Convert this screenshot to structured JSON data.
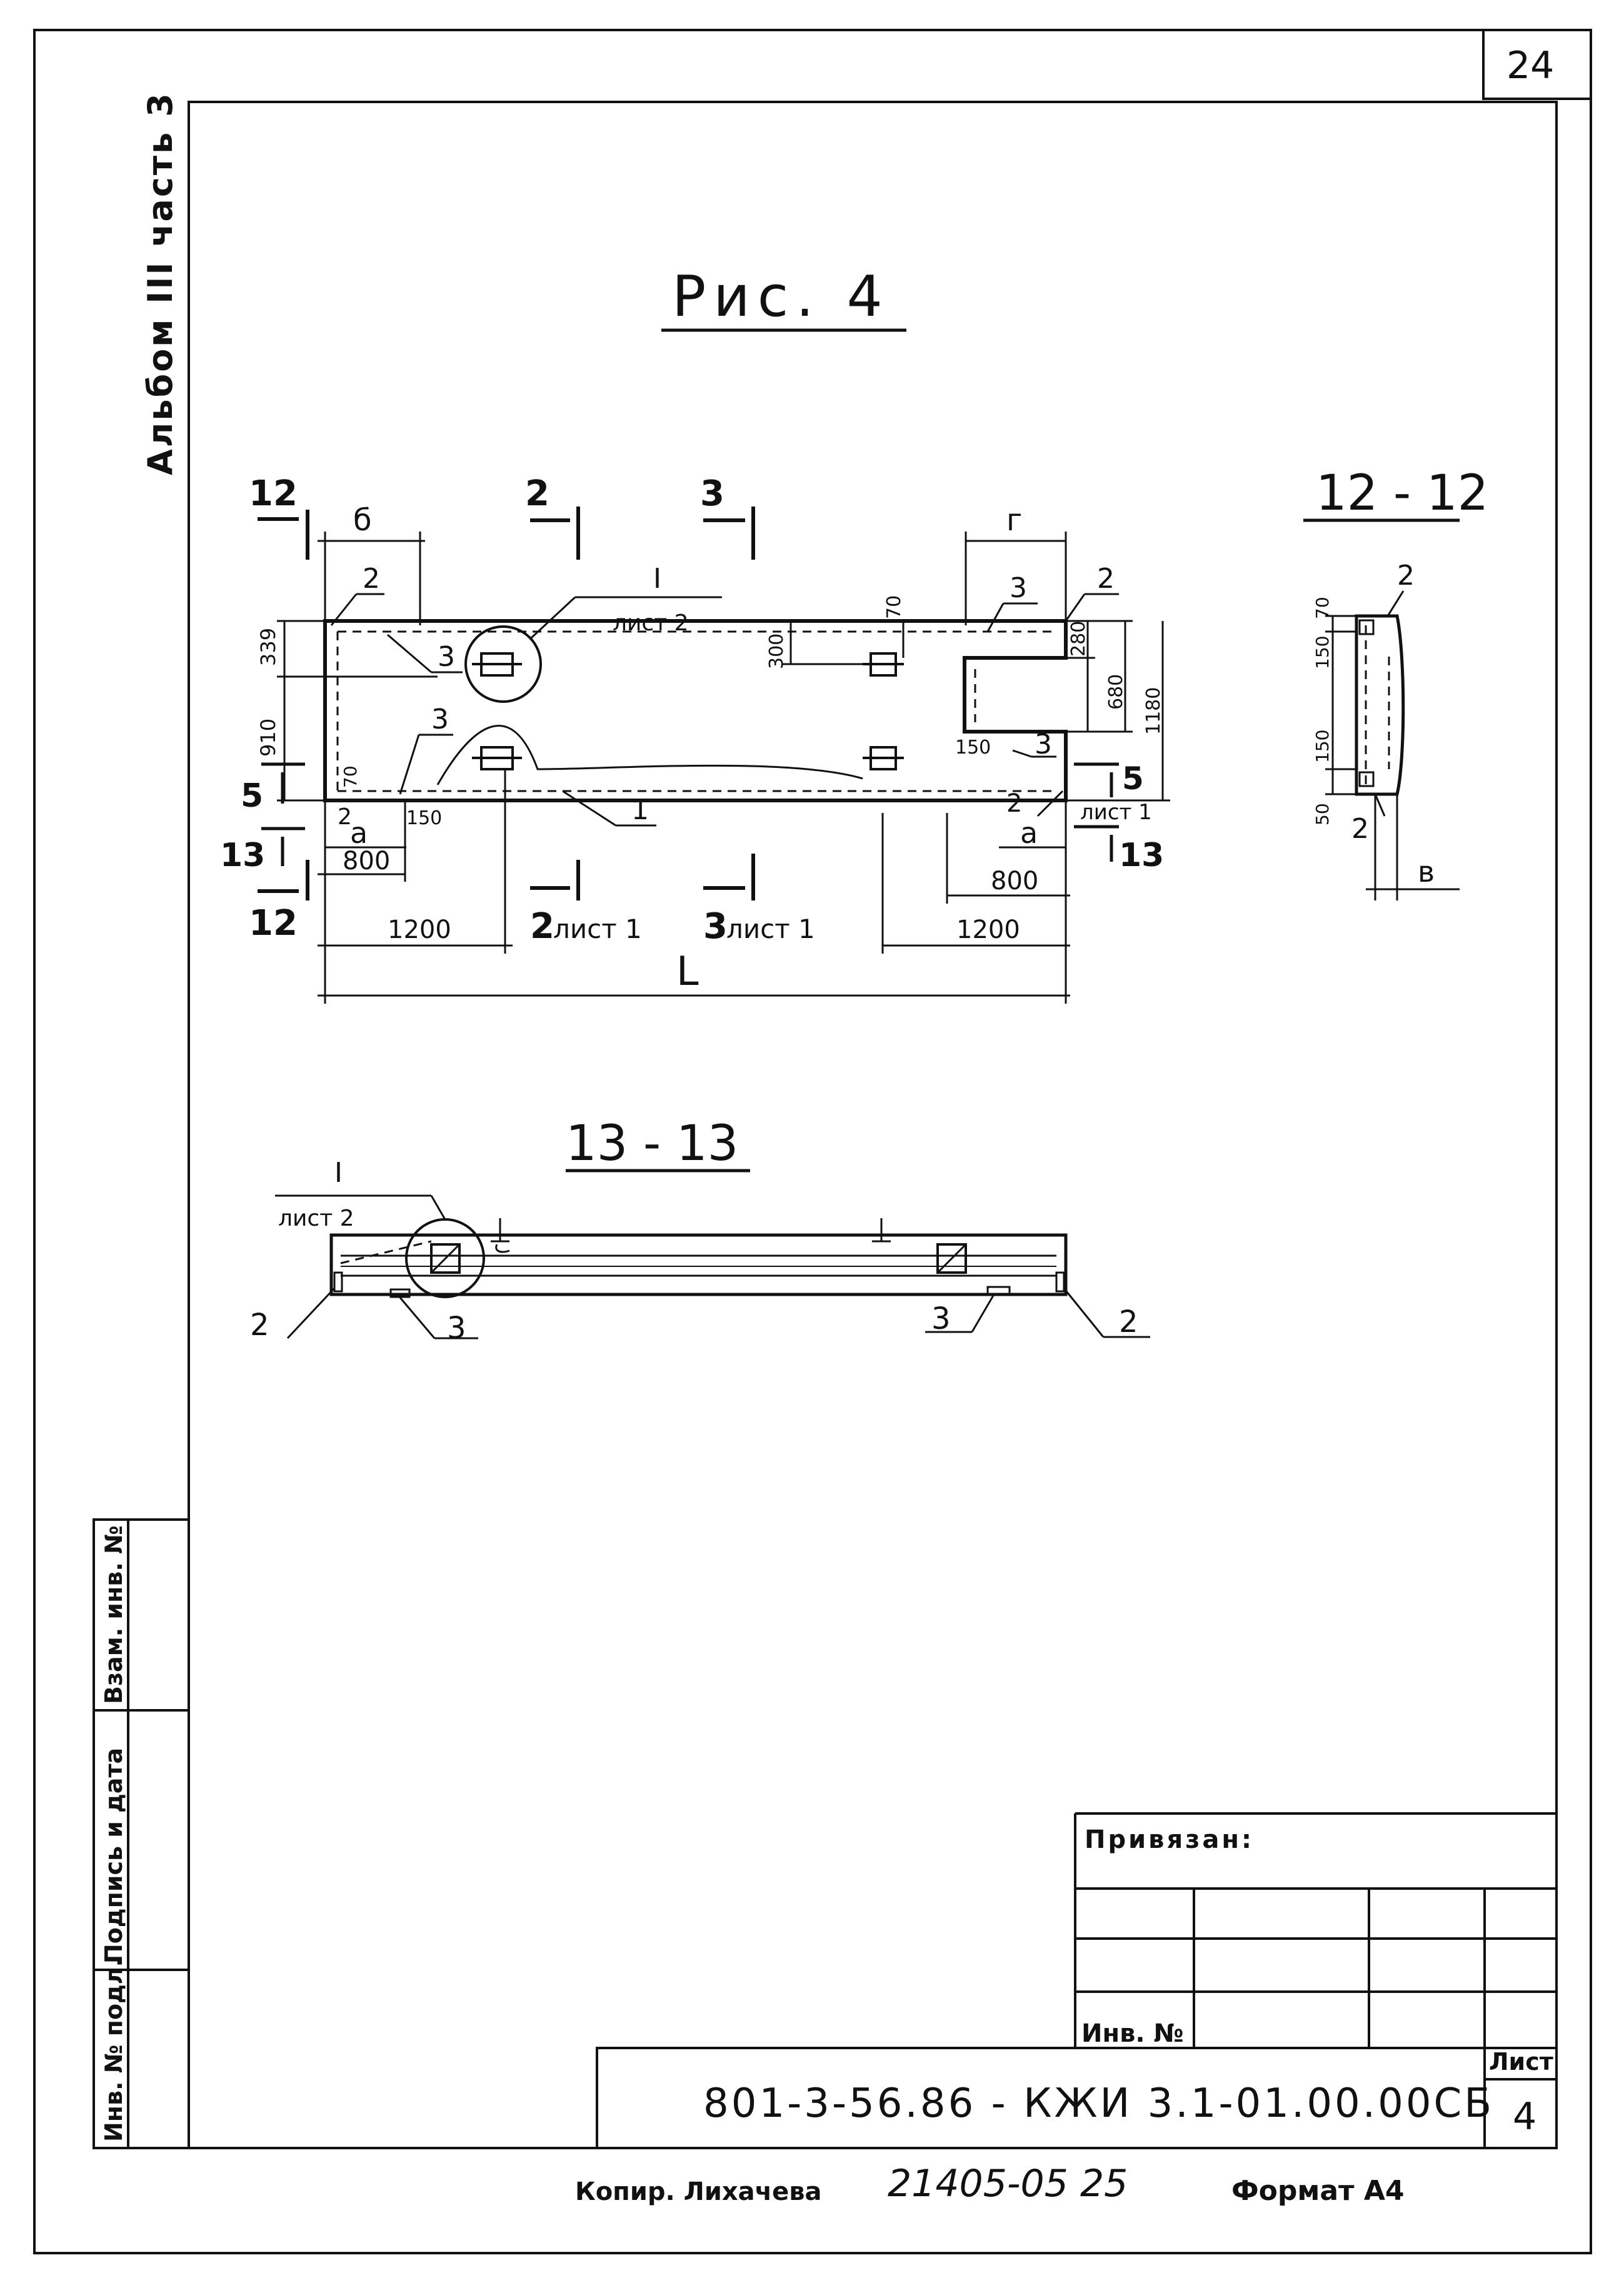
{
  "page_number": "24",
  "album_label": "Альбом III часть 3",
  "figure_title": "Рис. 4",
  "plan": {
    "dimensions": {
      "b": "б",
      "g": "г",
      "a": "а",
      "a_right": "а",
      "d339": "339",
      "d910": "910",
      "d70_left": "70",
      "d2_bottom": "2",
      "d150_left": "150",
      "d800_left": "800",
      "d1200_left": "1200",
      "d70_top": "70",
      "d300": "300",
      "d280": "280",
      "d680": "680",
      "d1180": "1180",
      "d150_right": "150",
      "d800_right": "800",
      "d1200_right": "1200",
      "L": "L"
    },
    "marks": {
      "cut12_top": "12",
      "cut12_bottom": "12",
      "cut2_top": "2",
      "cut2_bottom": "2",
      "cut3_top": "3",
      "cut3_bottom": "3",
      "cut5_left": "5",
      "cut5_right": "5",
      "cut13_left": "13",
      "cut13_right": "13",
      "sheet1_a": "лист 1",
      "sheet1_b": "лист 1",
      "sheet1_c": "лист 1",
      "node_I": "I",
      "node_sheet": "лист 2",
      "pos2_a": "2",
      "pos2_b": "2",
      "pos2_c": "2",
      "pos2_d": "2",
      "pos3_a": "3",
      "pos3_b": "3",
      "pos3_c": "3",
      "pos3_d": "3",
      "pos1": "1"
    }
  },
  "section_12": {
    "title": "12 - 12",
    "dims": {
      "d70": "70",
      "d150a": "150",
      "d150b": "150",
      "d50": "50",
      "v": "в"
    },
    "marks": {
      "pos2_top": "2",
      "pos2_bottom": "2"
    }
  },
  "section_13": {
    "title": "13 - 13",
    "node_I": "I",
    "node_sheet": "лист 2",
    "marks": {
      "pos2_left": "2",
      "pos3_left": "3",
      "pos3_right": "3",
      "pos2_right": "2"
    }
  },
  "side_stamp": {
    "inv_podl": "Инв. № подл.",
    "podpis": "Подпись и дата",
    "vzam": "Взам. инв. №"
  },
  "title_block": {
    "privyazan": "Привязан:",
    "inv_no": "Инв. №",
    "designation": "801-3-56.86 - КЖИ 3.1-01.00.00СБ",
    "sheet_label": "Лист",
    "sheet_no": "4"
  },
  "footer": {
    "copier": "Копир. Лихачева",
    "order": "21405-05  25",
    "format": "Формат А4"
  }
}
